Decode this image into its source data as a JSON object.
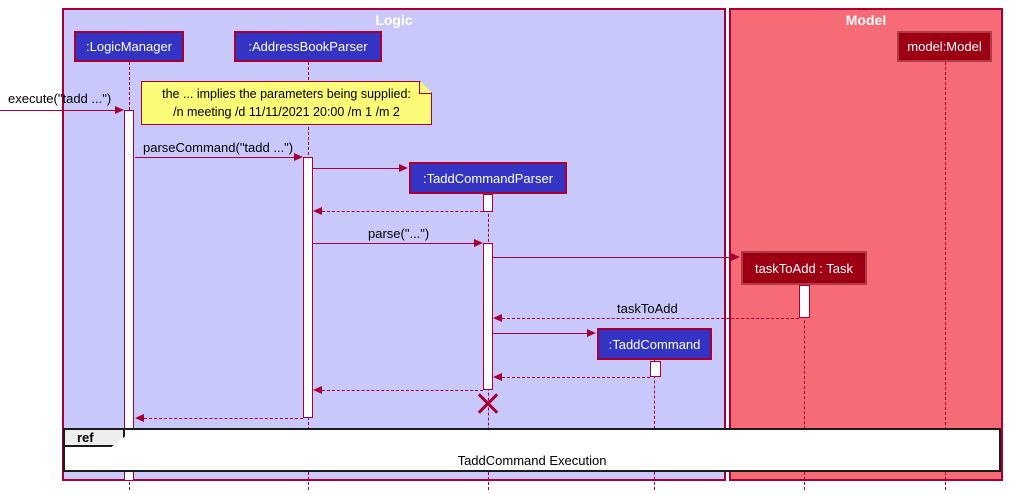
{
  "frames": {
    "logic": {
      "title": "Logic"
    },
    "model": {
      "title": "Model"
    }
  },
  "participants": {
    "logic_manager": ":LogicManager",
    "address_book_parser": ":AddressBookParser",
    "model": "model:Model",
    "tadd_command_parser": ":TaddCommandParser",
    "task_to_add": "taskToAdd : Task",
    "tadd_command": ":TaddCommand"
  },
  "messages": {
    "execute": "execute(\"tadd ...\")",
    "parse_command": "parseCommand(\"tadd ...\")",
    "parse": "parse(\"...\")",
    "task_to_add_return": "taskToAdd"
  },
  "note": {
    "line1": "the ... implies the parameters being supplied:",
    "line2": "/n meeting /d 11/11/2021 20:00 /m 1 /m 2"
  },
  "ref": {
    "keyword": "ref",
    "label": "TaddCommand Execution"
  },
  "colors": {
    "line": "#A80036",
    "logic_bg": "#C8C8FA",
    "model_bg": "#F76B77",
    "blue": "#3333C4",
    "dark_red": "#9D0012",
    "note_bg": "#FBFB77",
    "ref_tab": "#EEEEEE",
    "ref_border": "#1B1B1B"
  }
}
